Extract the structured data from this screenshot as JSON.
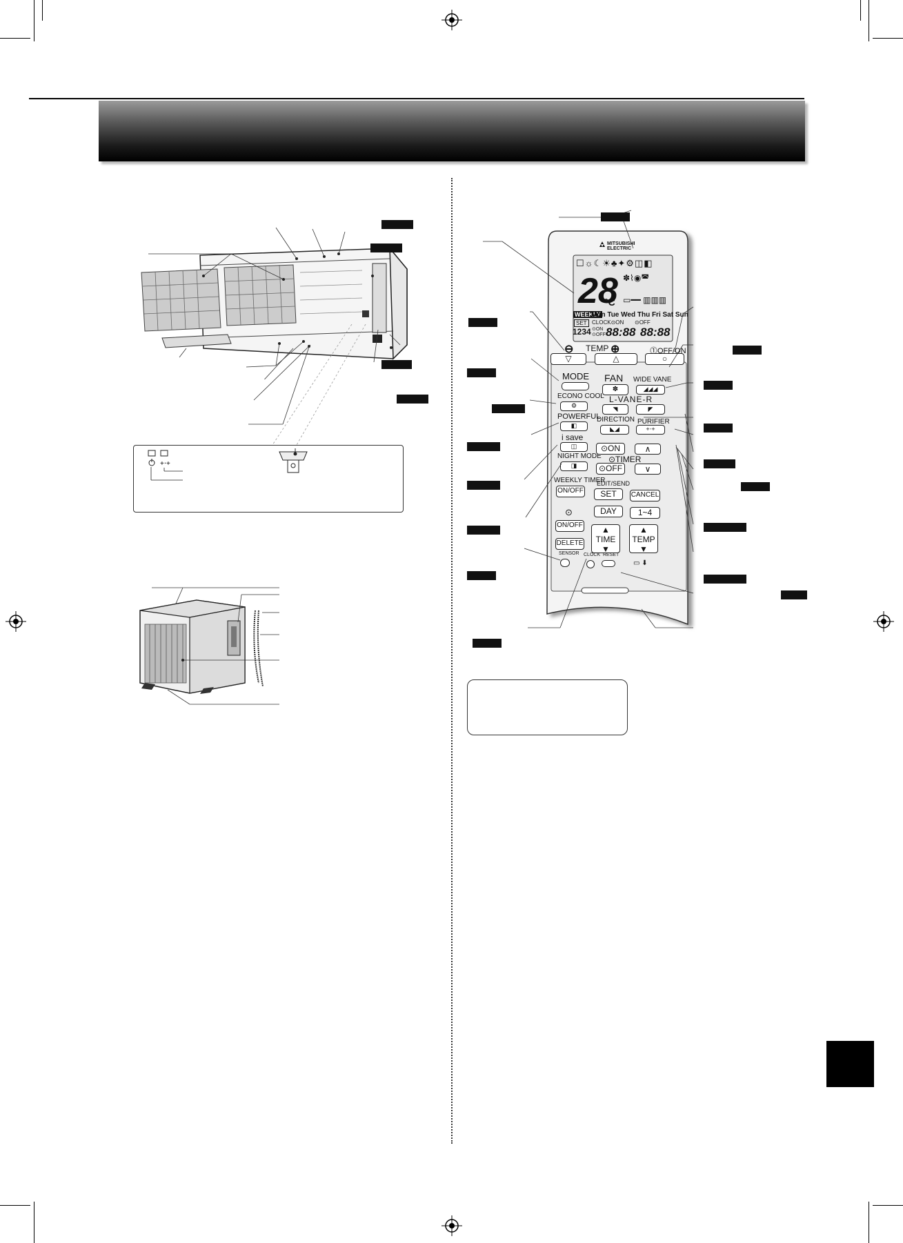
{
  "remote": {
    "brand": "MITSUBISHI\nELECTRIC",
    "temp_display": "28",
    "temp_unit": "°C",
    "weekly_label": "WEEKLY",
    "days": "Mon Tue Wed Thu Fri Sat Sun",
    "set_label": "SET",
    "clock_on_label": "CLOCK⊙ON",
    "off_label": "⊙OFF",
    "program_nums": "1234",
    "on_small": "⊙ON",
    "off_small": "⊙OFF",
    "time_display_1": "88:88",
    "time_display_2": "88:88",
    "temp_label": "TEMP",
    "off_on_label": "⓵OFF/ON",
    "minus_glyph": "▽",
    "plus_glyph": "△",
    "circle_glyph": "○",
    "mode": "MODE",
    "fan": "FAN",
    "wide_vane": "WIDE VANE",
    "econo_cool": "ECONO COOL",
    "l_vane_r": "L-VANE-R",
    "powerful": "POWERFUL",
    "direction": "DIRECTION",
    "purifier": "PURIFIER",
    "i_save": "i save",
    "night_mode": "NIGHT MODE",
    "timer_on": "⊙ON",
    "timer_label": "⊙TIMER",
    "timer_off": "⊙OFF",
    "up_arrow": "∧",
    "down_arrow": "∨",
    "weekly_timer": "WEEKLY TIMER",
    "on_off": "ON/OFF",
    "edit_send": "EDIT/SEND",
    "set": "SET",
    "cancel": "CANCEL",
    "day": "DAY",
    "one_to_four": "1~4",
    "clock_icon": "⊙",
    "on_off_2": "ON/OFF",
    "time": "TIME",
    "temp": "TEMP",
    "delete": "DELETE",
    "sensor": "SENSOR",
    "clock": "CLOCK",
    "reset": "RESET"
  },
  "colors": {
    "banner_dark": "#000000",
    "banner_light": "#9a9a9a",
    "remote_body": "#f4f4f4",
    "lcd": "#e6e6e6",
    "tag_bg": "#111111"
  }
}
